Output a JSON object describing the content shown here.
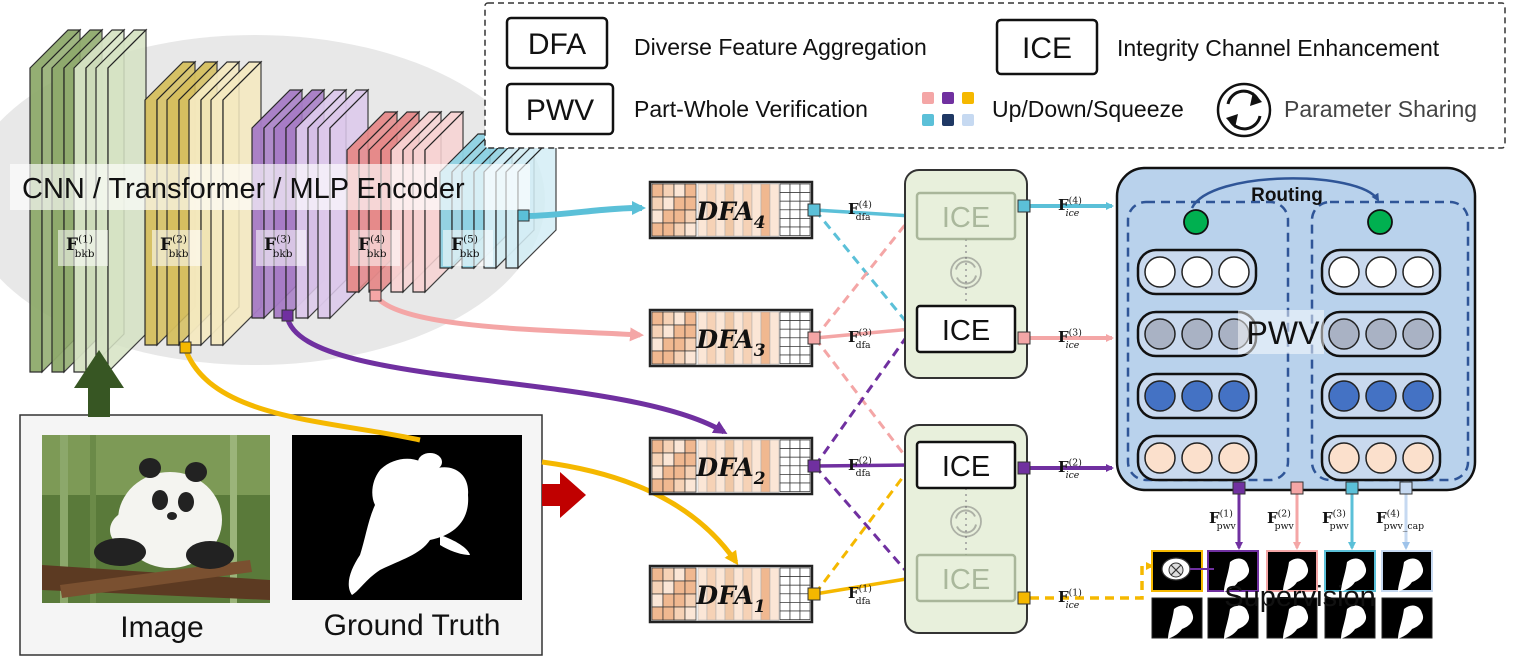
{
  "legend": {
    "dfa_abbr": "DFA",
    "dfa_text": "Diverse Feature Aggregation",
    "ice_abbr": "ICE",
    "ice_text": "Integrity Channel Enhancement",
    "pwv_abbr": "PWV",
    "pwv_text": "Part-Whole Verification",
    "updown_text": "Up/Down/Squeeze",
    "sharing_text": "Parameter Sharing"
  },
  "encoder": {
    "title": "CNN / Transformer / MLP Encoder",
    "feature_base": "F",
    "feature_sub": "bkb",
    "features": [
      "(1)",
      "(2)",
      "(3)",
      "(4)",
      "(5)"
    ]
  },
  "inputs": {
    "image_label": "Image",
    "gt_label": "Ground Truth"
  },
  "dfa": {
    "base": "DFA",
    "subs": [
      "4",
      "3",
      "2",
      "1"
    ],
    "out_base": "F",
    "out_sub": "dfa",
    "out_sups": [
      "(4)",
      "(3)",
      "(2)",
      "(1)"
    ]
  },
  "ice": {
    "label": "ICE",
    "out_base": "F",
    "out_sub": "ice",
    "out_sups": [
      "(4)",
      "(3)",
      "(2)",
      "(1)"
    ]
  },
  "pwv": {
    "label": "PWV",
    "routing_label": "Routing",
    "out_base": "F",
    "out_subs": [
      "pwv",
      "pwv",
      "pwv",
      "pwv_cap"
    ],
    "out_sups": [
      "(1)",
      "(2)",
      "(3)",
      "(4)"
    ]
  },
  "supervision": {
    "label": "Supervision"
  },
  "colors": {
    "level1": "#f5b800",
    "level2": "#7030a0",
    "level3": "#f4a6a6",
    "level4": "#5bc0d8",
    "pwv_cap": "#c6d9f1",
    "encoder_green": "#8faa6c",
    "dfa_orange": "#f0b890",
    "ice_green_bg": "#e8f0dc",
    "pwv_blue_bg": "#b9d2ec",
    "arrow_darkgreen": "#375623",
    "arrow_darkred": "#c00000"
  }
}
